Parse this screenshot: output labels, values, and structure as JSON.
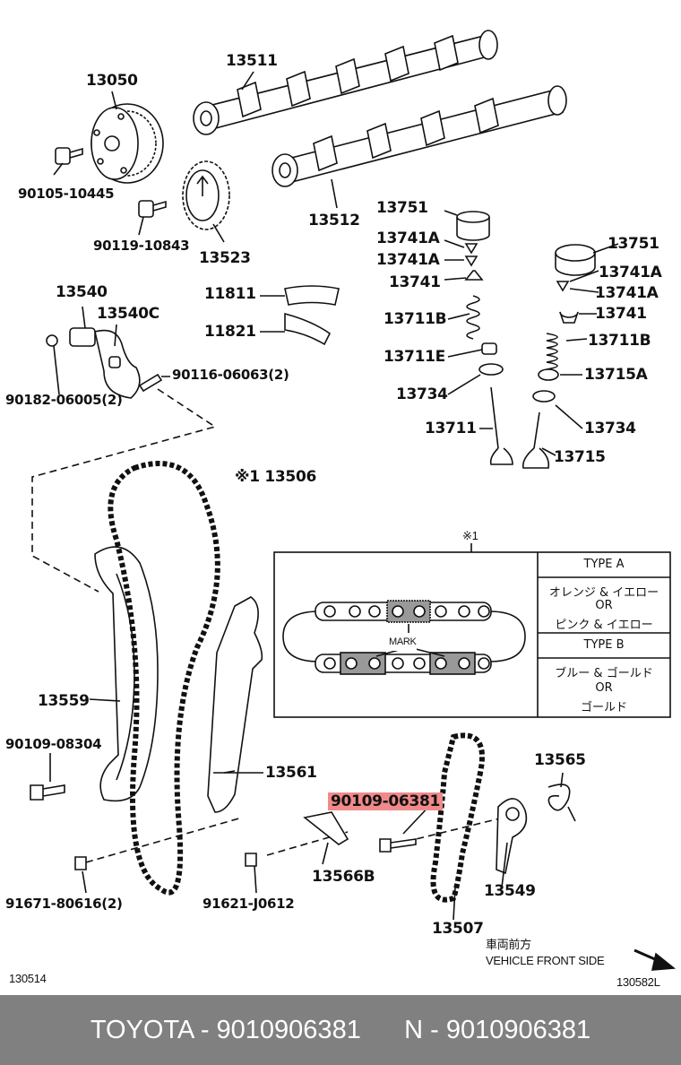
{
  "parts": {
    "p13050": "13050",
    "p13511": "13511",
    "p90105": "90105-10445",
    "p13512": "13512",
    "p90119": "90119-10843",
    "p13523": "13523",
    "p13751a": "13751",
    "p13741Aa": "13741A",
    "p13741Ab": "13741A",
    "p13741a": "13741",
    "p13711Ba": "13711B",
    "p13711E": "13711E",
    "p13734a": "13734",
    "p13711": "13711",
    "p13751b": "13751",
    "p13741Ac": "13741A",
    "p13741Ad": "13741A",
    "p13741b": "13741",
    "p13711Bb": "13711B",
    "p13715A": "13715A",
    "p13734b": "13734",
    "p13715": "13715",
    "p13540": "13540",
    "p13540C": "13540C",
    "p11811": "11811",
    "p11821": "11821",
    "p90116": "90116-06063(2)",
    "p90182": "90182-06005(2)",
    "p13506": "※1 13506",
    "p13559": "13559",
    "p90109a": "90109-08304",
    "p13561": "13561",
    "p90109b": "90109-06381",
    "p13565": "13565",
    "p13566B": "13566B",
    "p13549": "13549",
    "p91671": "91671-80616(2)",
    "p91621": "91621-J0612",
    "p13507": "13507"
  },
  "inset": {
    "ref": "※1",
    "mark": "MARK",
    "type_a": "TYPE A",
    "type_a_line1": "オレンジ & イエロー",
    "type_a_or": "OR",
    "type_a_line2": "ピンク & イエロー",
    "type_b": "TYPE B",
    "type_b_line1": "ブルー & ゴールド",
    "type_b_or": "OR",
    "type_b_line2": "ゴールド"
  },
  "direction": {
    "jp": "車両前方",
    "en": "VEHICLE FRONT SIDE"
  },
  "codes": {
    "left": "130514",
    "right": "130582L"
  },
  "footer": "TOYOTA - 9010906381      N - 9010906381"
}
